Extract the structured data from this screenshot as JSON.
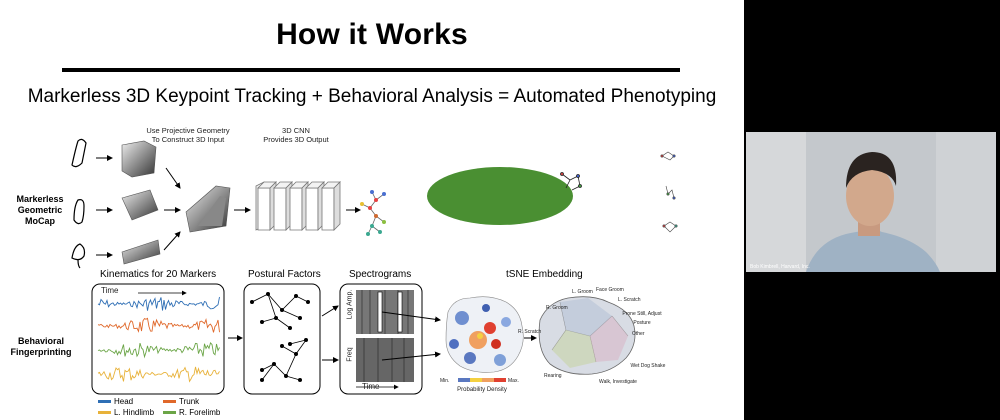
{
  "slide": {
    "title": "How it Works",
    "subtitle": "Markerless 3D Keypoint Tracking + Behavioral Analysis = Automated Phenotyping",
    "mocap": {
      "row_label": [
        "Markerless",
        "Geometric",
        "MoCap"
      ],
      "geometry_note": [
        "Use Projective Geometry",
        "To Construct 3D Input"
      ],
      "cnn_note": [
        "3D CNN",
        "Provides 3D Output"
      ]
    },
    "fingerprint": {
      "row_label": [
        "Behavioral",
        "Fingerprinting"
      ],
      "kinematics_title": "Kinematics for 20 Markers",
      "time_label": "Time",
      "postural_title": "Postural Factors",
      "spectrograms_title": "Spectrograms",
      "log_amp": "Log Amp.",
      "freq": "Freq",
      "spec_time": "Time",
      "tsne_title": "tSNE Embedding",
      "density_min": "Min.",
      "density_max": "Max.",
      "density_label": "Probability Density",
      "legend": [
        {
          "label": "Head",
          "color": "#2f6fb5"
        },
        {
          "label": "Trunk",
          "color": "#e0682a"
        },
        {
          "label": "L. Hindlimb",
          "color": "#e8b23a"
        },
        {
          "label": "R. Forelimb",
          "color": "#6ba547"
        }
      ],
      "trace_colors": [
        "#2f6fb5",
        "#e0682a",
        "#6ba547",
        "#e8b23a"
      ],
      "cluster_labels": [
        "L. Groom",
        "Face Groom",
        "L. Scratch",
        "R. Groom",
        "R. Scratch",
        "Prone Still, Adjust Posture",
        "Other",
        "Rearing",
        "Walk, Investigate",
        "Wet Dog Shake"
      ]
    }
  },
  "video": {
    "caption": "Bob Kimbrell, Harvard, Inc."
  }
}
